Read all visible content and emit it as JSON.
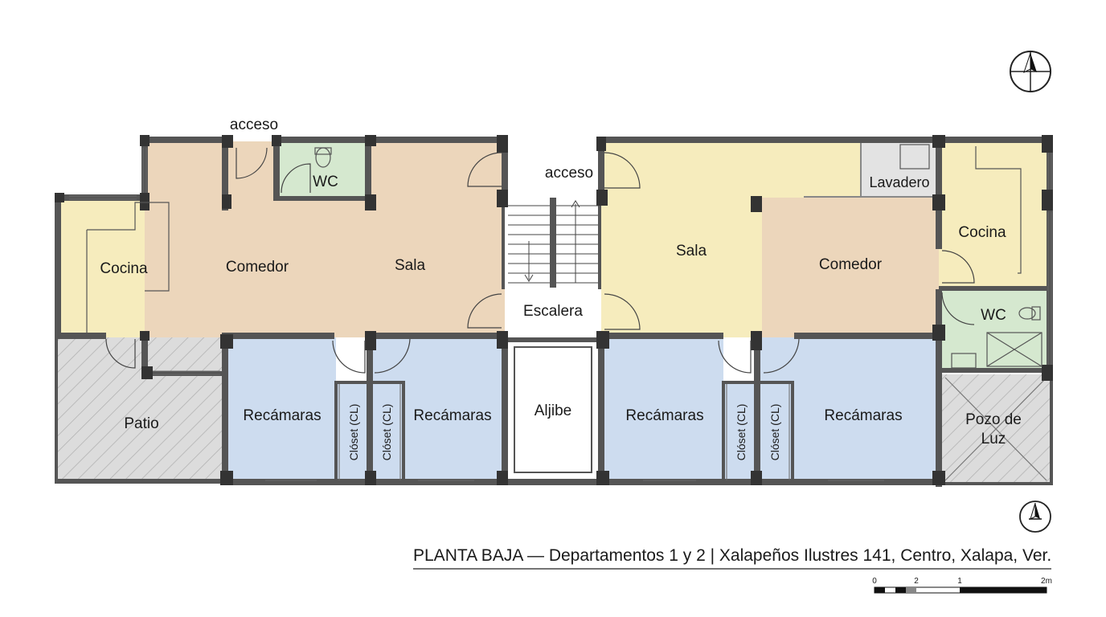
{
  "labels": {
    "acceso_left": "acceso",
    "acceso_center": "acceso",
    "wc_left": "WC",
    "wc_right": "WC",
    "cocina_left": "Cocina",
    "comedor_left": "Comedor",
    "sala_left": "Sala",
    "escalera": "Escalera",
    "sala_right": "Sala",
    "comedor_right": "Comedor",
    "lavadero": "Lavadero",
    "cocina_right": "Cocina",
    "patio": "Patio",
    "recamaras_1": "Recámaras",
    "recamaras_2": "Recámaras",
    "recamaras_3": "Recámaras",
    "recamaras_4": "Recámaras",
    "closet_1": "Clóset (CL)",
    "closet_2": "Clóset (CL)",
    "closet_3": "Clóset (CL)",
    "closet_4": "Clóset (CL)",
    "aljibe": "Aljibe",
    "pozo_line1": "Pozo de",
    "pozo_line2": "Luz"
  },
  "title": "PLANTA BAJA — Departamentos 1 y 2 | Xalapeños Ilustres 141, Centro, Xalapa, Ver.",
  "scale_bar": {
    "ticks": [
      "0",
      "2",
      "1",
      "2m"
    ]
  },
  "colors": {
    "kitchen": "#f6ecbd",
    "dining": "#ecd6bb",
    "bedroom": "#cddcef",
    "bath": "#d5e8cf",
    "service": "#e3e3e3",
    "patio": "#dadada",
    "wall": "#555555",
    "column": "#3a3a3a"
  }
}
